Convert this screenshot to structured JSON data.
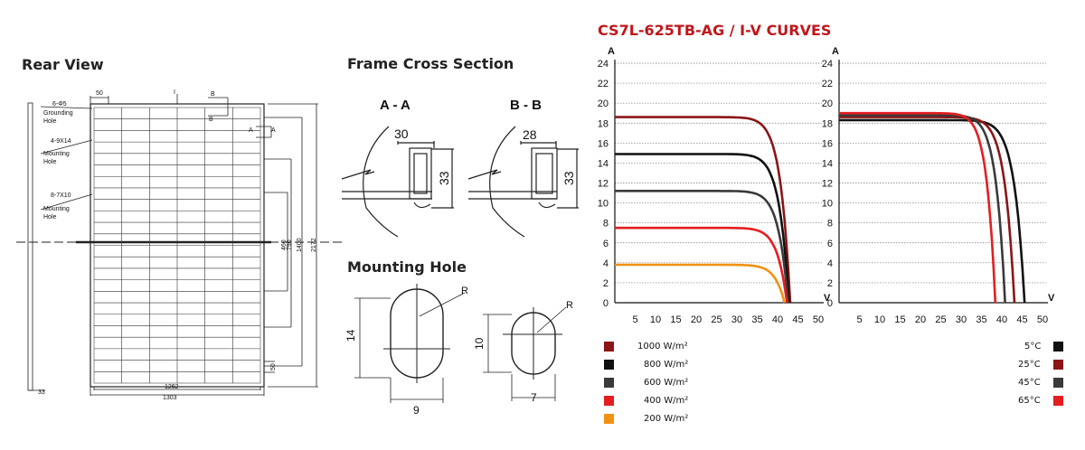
{
  "rear_view": {
    "title": "Rear View",
    "labels": {
      "grounding_count": "6-Φ5",
      "grounding_a": "Grounding",
      "grounding_b": "Hole",
      "mount1_count": "4-9X14",
      "mount1_a": "Mounting",
      "mount1_b": "Hole",
      "mount2_count": "8-7X10",
      "mount2_a": "Mounting",
      "mount2_b": "Hole"
    },
    "dims": {
      "top": "50",
      "bottom_a": "1262",
      "bottom_b": "1303",
      "right_small": "50",
      "left_small": "33",
      "v1": "460",
      "v2": "790",
      "v3": "1400",
      "v4": "2172"
    },
    "section_marks": {
      "a": "A",
      "b": "B"
    }
  },
  "frame_section": {
    "title": "Frame Cross Section",
    "a_label": "A - A",
    "b_label": "B - B",
    "a_width": "30",
    "a_height": "33",
    "b_width": "28",
    "b_height": "33"
  },
  "mounting_hole": {
    "title": "Mounting Hole",
    "h1_height": "14",
    "h1_width": "9",
    "h1_r": "R",
    "h2_height": "10",
    "h2_width": "7",
    "h2_r": "R"
  },
  "colors": {
    "red": "#c0161c",
    "dark_red": "#8b1517",
    "black": "#111111",
    "dark_gray": "#3a3a3a",
    "bright_red": "#e41e20",
    "orange": "#f29111"
  },
  "chart_data": [
    {
      "type": "line",
      "title": "CS7L-625TB-AG / I-V CURVES",
      "ylabel": "A",
      "xlabel": "V",
      "xlim": [
        0,
        50
      ],
      "ylim": [
        0,
        24
      ],
      "x_ticks": [
        "5",
        "10",
        "15",
        "20",
        "25",
        "30",
        "35",
        "40",
        "45",
        "50"
      ],
      "y_ticks": [
        "0",
        "2",
        "4",
        "6",
        "8",
        "10",
        "12",
        "14",
        "16",
        "18",
        "20",
        "22",
        "24"
      ],
      "grid": "horizontal dotted",
      "legend_placement": "bottom-left",
      "series": [
        {
          "name": "1000 W/m²",
          "color": "#8b1517",
          "isc": 18.6,
          "voc": 43.1
        },
        {
          "name": "800 W/m²",
          "color": "#111111",
          "isc": 14.9,
          "voc": 42.8
        },
        {
          "name": "600 W/m²",
          "color": "#3a3a3a",
          "isc": 11.2,
          "voc": 42.6
        },
        {
          "name": "400 W/m²",
          "color": "#e41e20",
          "isc": 7.5,
          "voc": 42.3
        },
        {
          "name": "200 W/m²",
          "color": "#f29111",
          "isc": 3.8,
          "voc": 41.7
        }
      ]
    },
    {
      "type": "line",
      "title": "",
      "ylabel": "A",
      "xlabel": "V",
      "xlim": [
        0,
        50
      ],
      "ylim": [
        0,
        24
      ],
      "x_ticks": [
        "5",
        "10",
        "15",
        "20",
        "25",
        "30",
        "35",
        "40",
        "45",
        "50"
      ],
      "y_ticks": [
        "0",
        "2",
        "4",
        "6",
        "8",
        "10",
        "12",
        "14",
        "16",
        "18",
        "20",
        "22",
        "24"
      ],
      "grid": "horizontal dotted",
      "legend_placement": "bottom-right",
      "series": [
        {
          "name": "5°C",
          "color": "#111111",
          "isc": 18.3,
          "voc": 45.6
        },
        {
          "name": "25°C",
          "color": "#8b1517",
          "isc": 18.6,
          "voc": 43.1
        },
        {
          "name": "45°C",
          "color": "#3a3a3a",
          "isc": 18.8,
          "voc": 40.8
        },
        {
          "name": "65°C",
          "color": "#e41e20",
          "isc": 19.0,
          "voc": 38.4
        }
      ]
    }
  ]
}
